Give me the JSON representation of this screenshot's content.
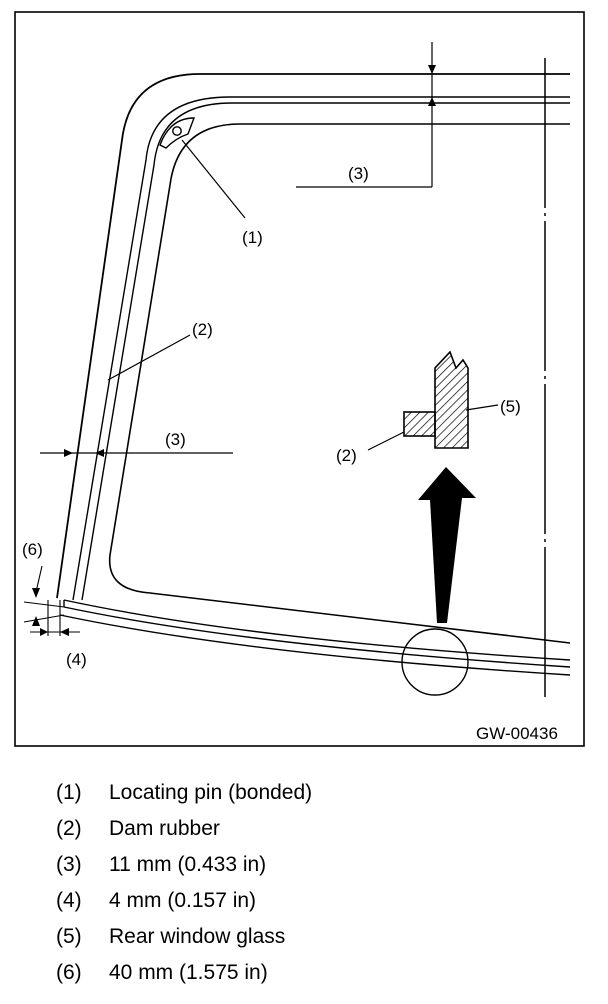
{
  "figure": {
    "code": "GW-00436",
    "callouts": {
      "pin": "(1)",
      "dam": "(2)",
      "top_gap": "(3)",
      "side_gap": "(3)",
      "detail_dam": "(2)",
      "detail_glass": "(5)",
      "corner_len": "(6)",
      "corner_gap": "(4)"
    }
  },
  "legend": [
    {
      "num": "(1)",
      "desc": "Locating pin (bonded)"
    },
    {
      "num": "(2)",
      "desc": "Dam rubber"
    },
    {
      "num": "(3)",
      "desc": "11 mm (0.433 in)"
    },
    {
      "num": "(4)",
      "desc": "4 mm (0.157 in)"
    },
    {
      "num": "(5)",
      "desc": "Rear window glass"
    },
    {
      "num": "(6)",
      "desc": "40 mm (1.575 in)"
    }
  ]
}
